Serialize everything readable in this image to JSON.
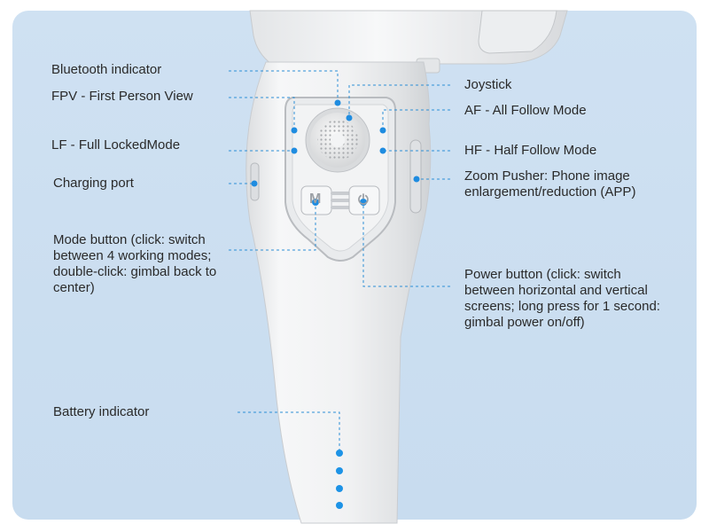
{
  "labels": {
    "bluetooth": "Bluetooth indicator",
    "fpv": "FPV - First Person View",
    "lf": "LF - Full LockedMode",
    "charging": "Charging port",
    "mode_button": "Mode button (click: switch between 4 working modes; double-click: gimbal back to center)",
    "battery": "Battery indicator",
    "joystick": "Joystick",
    "af": "AF - All Follow Mode",
    "hf": "HF - Half Follow Mode",
    "zoom": "Zoom Pusher: Phone image enlargement/reduction (APP)",
    "power_button": "Power button (click: switch between horizontal and vertical screens; long press for 1 second: gimbal power on/off)"
  },
  "colors": {
    "background_panel": "#cbdef0",
    "accent_blue": "#1f8ce0",
    "device_body": "#f1f2f3"
  },
  "icons": {
    "mode_button": "M-letter-icon",
    "power_button": "power-icon"
  }
}
